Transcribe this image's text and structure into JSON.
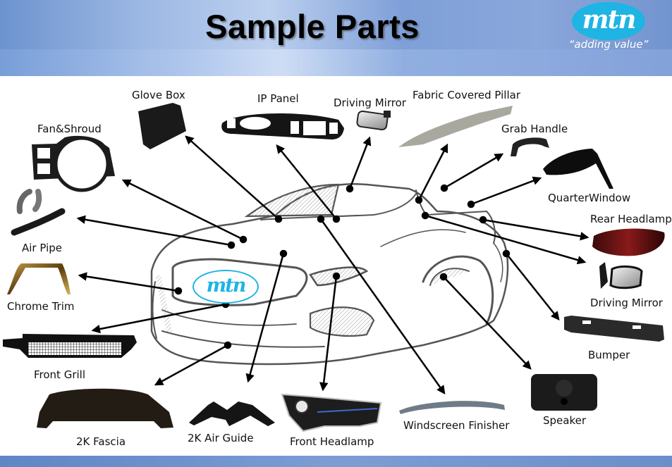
{
  "header": {
    "title": "Sample Parts",
    "logo_text": "mtn",
    "tagline": "“adding value”",
    "brand_color": "#1eb4e3"
  },
  "diagram": {
    "center_image": "car-sketch",
    "car_logo_text": "mtn",
    "parts": [
      {
        "id": "glove-box",
        "label": "Glove Box"
      },
      {
        "id": "ip-panel",
        "label": "IP Panel"
      },
      {
        "id": "driving-mirror-interior",
        "label": "Driving Mirror"
      },
      {
        "id": "fabric-covered-pillar",
        "label": "Fabric Covered Pillar"
      },
      {
        "id": "grab-handle",
        "label": "Grab Handle"
      },
      {
        "id": "fan-shroud",
        "label": "Fan&Shroud"
      },
      {
        "id": "quarter-window",
        "label": "QuarterWindow"
      },
      {
        "id": "rear-headlamp",
        "label": "Rear Headlamp"
      },
      {
        "id": "air-pipe",
        "label": "Air Pipe"
      },
      {
        "id": "driving-mirror-exterior",
        "label": "Driving Mirror"
      },
      {
        "id": "chrome-trim",
        "label": "Chrome Trim"
      },
      {
        "id": "bumper",
        "label": "Bumper"
      },
      {
        "id": "front-grill",
        "label": "Front Grill"
      },
      {
        "id": "speaker",
        "label": "Speaker"
      },
      {
        "id": "windscreen-finisher",
        "label": "Windscreen Finisher"
      },
      {
        "id": "2k-fascia",
        "label": "2K Fascia"
      },
      {
        "id": "2k-air-guide",
        "label": "2K Air Guide"
      },
      {
        "id": "front-headlamp",
        "label": "Front Headlamp"
      }
    ]
  }
}
